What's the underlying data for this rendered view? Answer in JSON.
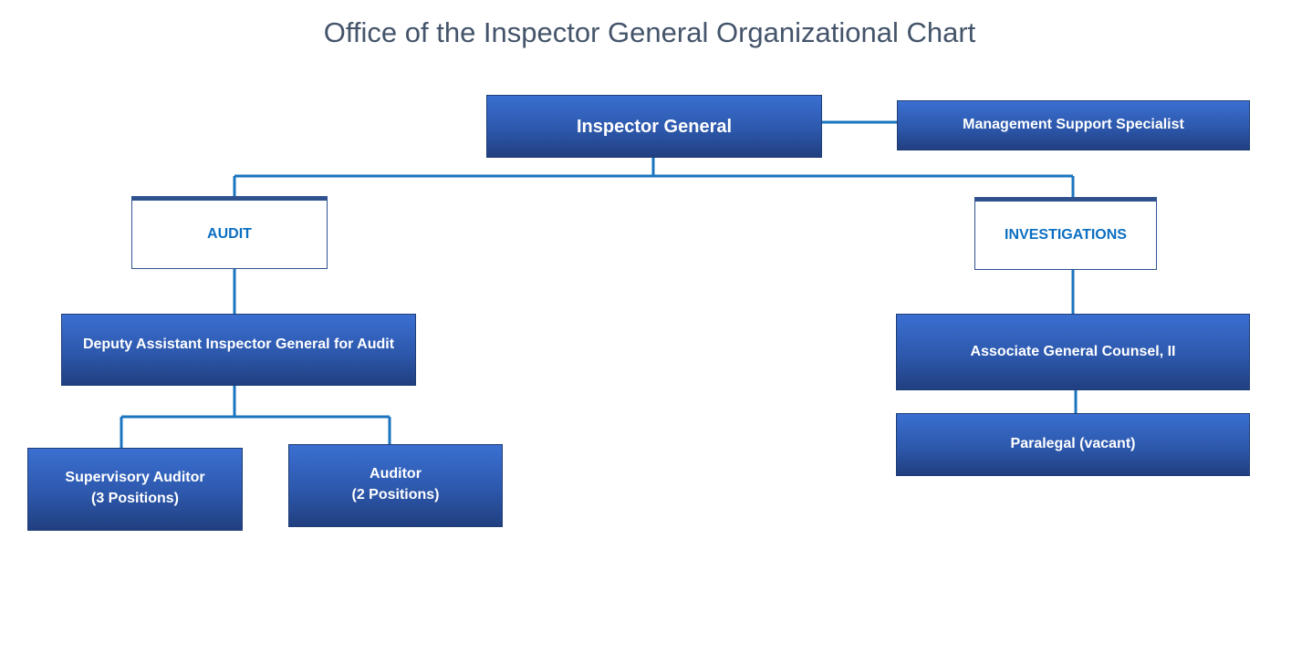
{
  "title": "Office of the Inspector General Organizational Chart",
  "colors": {
    "box_fill_top": "#3a6fd1",
    "box_fill_bottom": "#213f80",
    "connector": "#1a74c0",
    "unit_text": "#0b6fc2",
    "title_text": "#44546a"
  },
  "nodes": {
    "inspector_general": "Inspector General",
    "management_support": "Management Support Specialist",
    "audit": "AUDIT",
    "investigations": "INVESTIGATIONS",
    "deputy_audit": "Deputy Assistant Inspector General for Audit",
    "supervisory_auditor": "Supervisory Auditor\n(3 Positions)",
    "auditor": "Auditor\n(2 Positions)",
    "associate_counsel": "Associate General Counsel, II",
    "paralegal": "Paralegal (vacant)"
  }
}
